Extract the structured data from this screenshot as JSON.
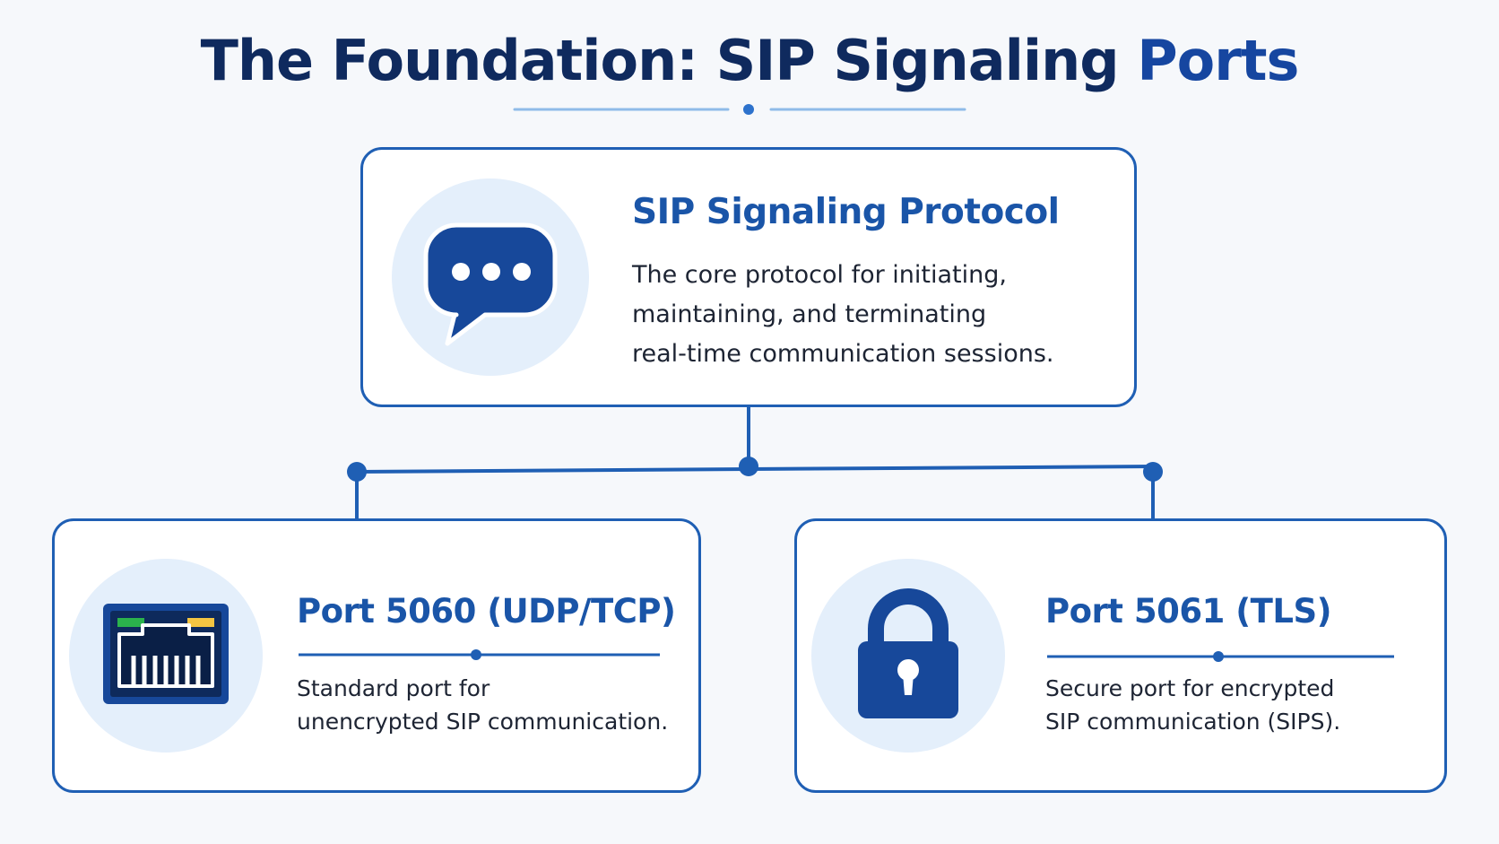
{
  "title": {
    "main": "The Foundation: SIP Signaling ",
    "accent": "Ports"
  },
  "top_card": {
    "title": "SIP Signaling Protocol",
    "desc_lines": [
      "The core protocol for initiating,",
      "maintaining, and terminating",
      "real-time communication sessions."
    ],
    "icon": "chat-bubble-icon"
  },
  "left_card": {
    "title": "Port 5060 (UDP/TCP)",
    "desc_lines": [
      "Standard port for",
      "unencrypted SIP communication."
    ],
    "icon": "ethernet-port-icon"
  },
  "right_card": {
    "title": "Port 5061 (TLS)",
    "desc_lines": [
      "Secure port for encrypted",
      "SIP communication (SIPS)."
    ],
    "icon": "padlock-icon"
  },
  "colors": {
    "title": "#0f2a5e",
    "accent": "#1646a0",
    "card_border": "#1f5fb4",
    "card_title": "#1a55a8",
    "icon_fill": "#17489a",
    "icon_circle": "#e4effb"
  }
}
